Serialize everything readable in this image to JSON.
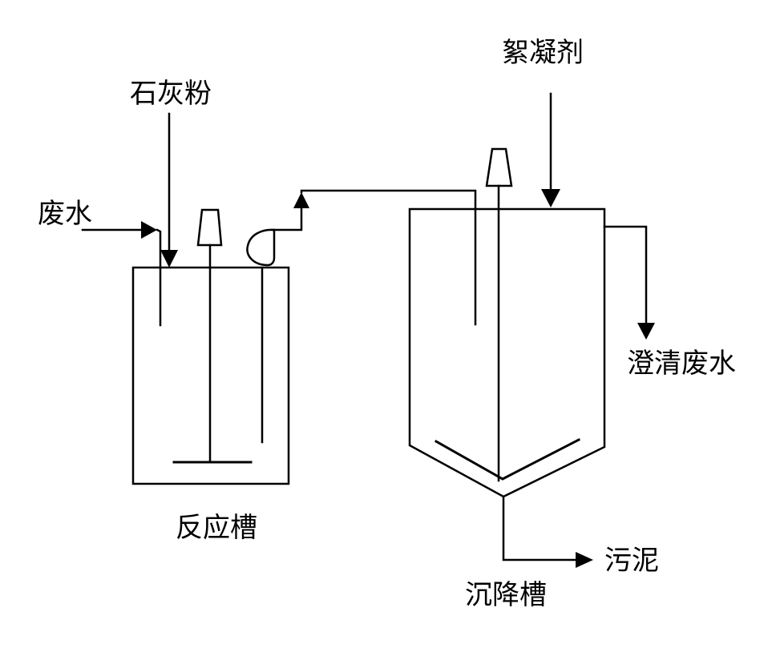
{
  "colors": {
    "stroke": "#000000",
    "background": "#ffffff"
  },
  "labels": {
    "lime_powder": "石灰粉",
    "wastewater_in": "废水",
    "flocculant": "絮凝剂",
    "clarified_water": "澄清废水",
    "sludge": "污泥",
    "reaction_tank": "反应槽",
    "settling_tank": "沉降槽"
  },
  "icons": {
    "stirrer_motor": "stirrer-motor-icon",
    "pump": "pump-icon",
    "flow_arrow": "arrow-icon"
  }
}
